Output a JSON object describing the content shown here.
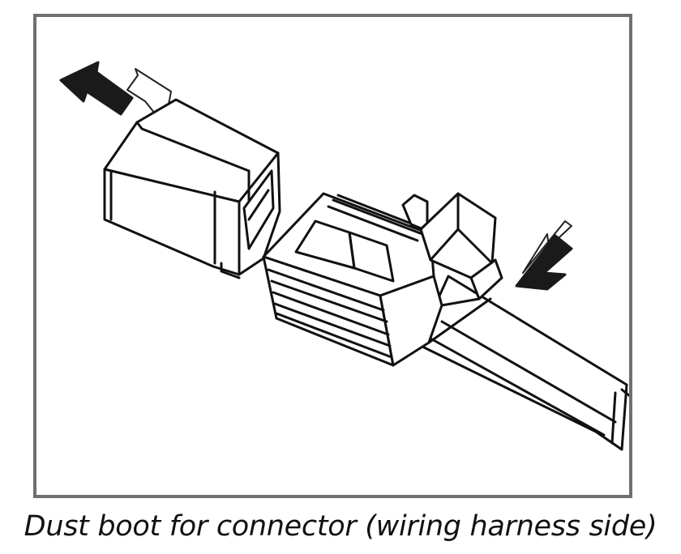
{
  "figure": {
    "caption": "Dust boot for connector (wiring harness side)",
    "frame_color": "#6f6f6f",
    "ink_color": "#111111",
    "icons": [
      "dust-boot-cap",
      "connector-body",
      "wiring-harness",
      "remove-arrow-icon",
      "press-arrow-icon"
    ]
  }
}
